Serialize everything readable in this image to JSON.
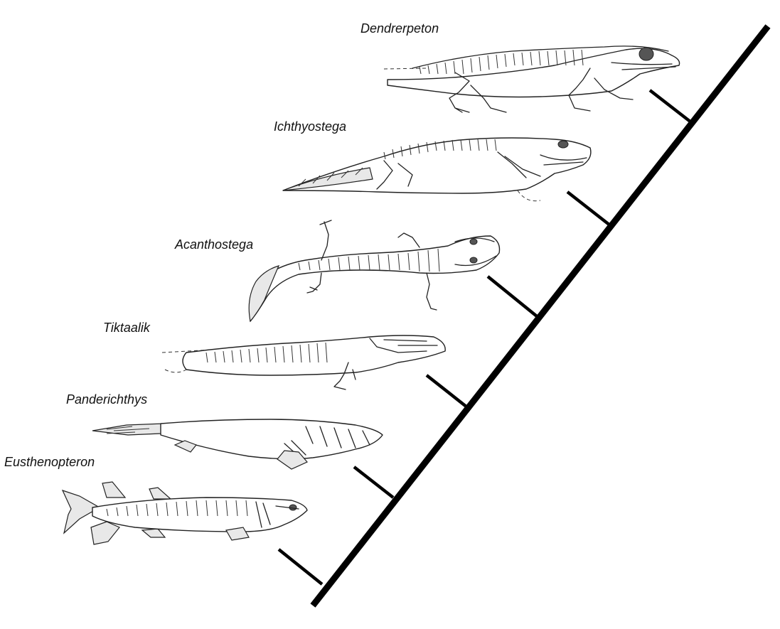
{
  "taxa": [
    {
      "id": "dendrerpeton",
      "name": "Dendrerpeton"
    },
    {
      "id": "ichthyostega",
      "name": "Ichthyostega"
    },
    {
      "id": "acanthostega",
      "name": "Acanthostega"
    },
    {
      "id": "tiktaalik",
      "name": "Tiktaalik"
    },
    {
      "id": "panderichthys",
      "name": "Panderichthys"
    },
    {
      "id": "eusthenopteron",
      "name": "Eusthenopteron"
    }
  ],
  "style": {
    "line_color": "#000000",
    "drawing_ink": "#222222",
    "background": "#ffffff"
  }
}
